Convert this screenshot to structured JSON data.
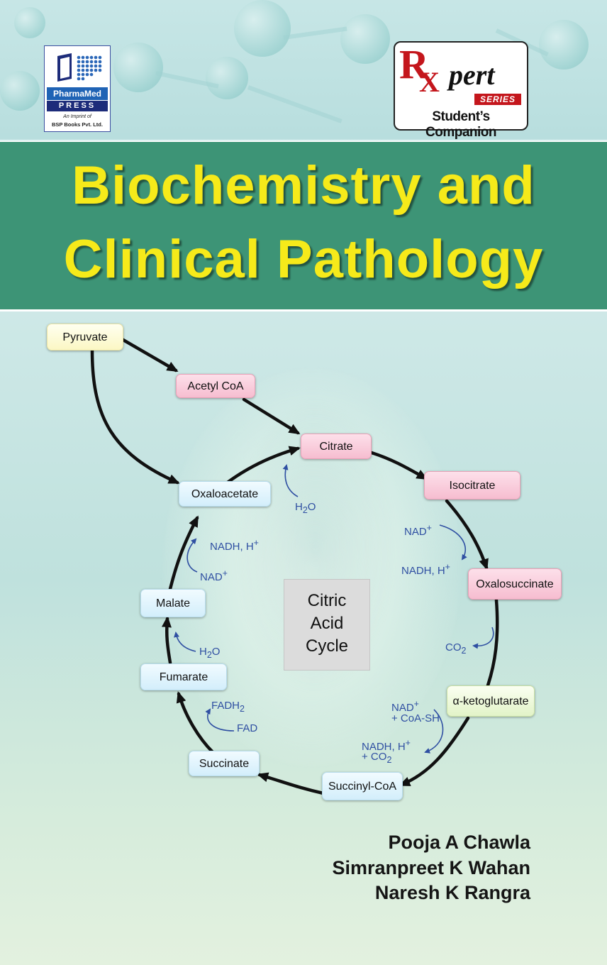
{
  "publisher": {
    "name_line1": "PharmaMed",
    "name_line2": "PRESS",
    "imprint_text": "An Imprint of",
    "company": "BSP Books Pvt. Ltd."
  },
  "series": {
    "rx": "R",
    "x": "X",
    "pert": "pert",
    "series_label": "SERIES",
    "companion": "Student’s Companion"
  },
  "title": {
    "line1": "Biochemistry and",
    "line2": "Clinical Pathology"
  },
  "diagram": {
    "center_title": [
      "Citric",
      "Acid",
      "Cycle"
    ],
    "nodes": {
      "pyruvate": "Pyruvate",
      "acetyl_coa": "Acetyl CoA",
      "citrate": "Citrate",
      "isocitrate": "Isocitrate",
      "oxalosuccinate": "Oxalosuccinate",
      "alpha_ketoglutarate": "α-ketoglutarate",
      "succinyl_coa": "Succinyl-CoA",
      "succinate": "Succinate",
      "fumarate": "Fumarate",
      "malate": "Malate",
      "oxaloacetate": "Oxaloacetate"
    },
    "cofactors": {
      "h2o_top": "H",
      "h2o_top_sub": "2",
      "h2o_top_end": "O",
      "nad_1": "NAD",
      "nad_1_sup": "+",
      "nadh_1": "NADH, H",
      "nadh_1_sup": "+",
      "co2_1": "CO",
      "co2_1_sub": "2",
      "nad_2": "NAD",
      "nad_2_sup": "+",
      "coash": "+ CoA-SH",
      "nadh_2": "NADH, H",
      "nadh_2_sup": "+",
      "co2_2": "+ CO",
      "co2_2_sub": "2",
      "fadh2": "FADH",
      "fadh2_sub": "2",
      "fad": "FAD",
      "h2o_2": "H",
      "h2o_2_sub": "2",
      "h2o_2_end": "O",
      "nad_3": "NAD",
      "nad_3_sup": "+",
      "nadh_3": "NADH, H",
      "nadh_3_sup": "+"
    }
  },
  "authors": [
    "Pooja A Chawla",
    "Simranpreet K Wahan",
    "Naresh K Rangra"
  ],
  "colors": {
    "title_band": "#3d9476",
    "title_text": "#f6ea1a",
    "cofactor_text": "#2f4fa2",
    "series_red": "#c4161c"
  }
}
